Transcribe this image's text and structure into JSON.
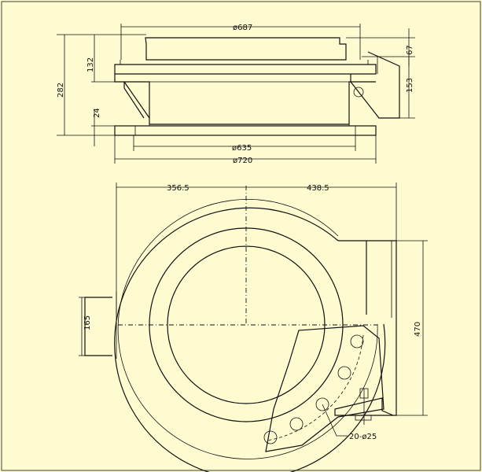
{
  "drawing": {
    "background": "#fefbd0",
    "line_color": "#111111",
    "elevation_view": {
      "dims": {
        "d687": "ø687",
        "d635": "ø635",
        "d720": "ø720",
        "h282": "282",
        "h132": "132",
        "h24": "24",
        "h67": "67",
        "h153": "153"
      }
    },
    "plan_view": {
      "dims": {
        "w356": "356.5",
        "w438": "438.5",
        "h165": "165",
        "h470": "470",
        "holes": "20-ø25"
      }
    }
  }
}
